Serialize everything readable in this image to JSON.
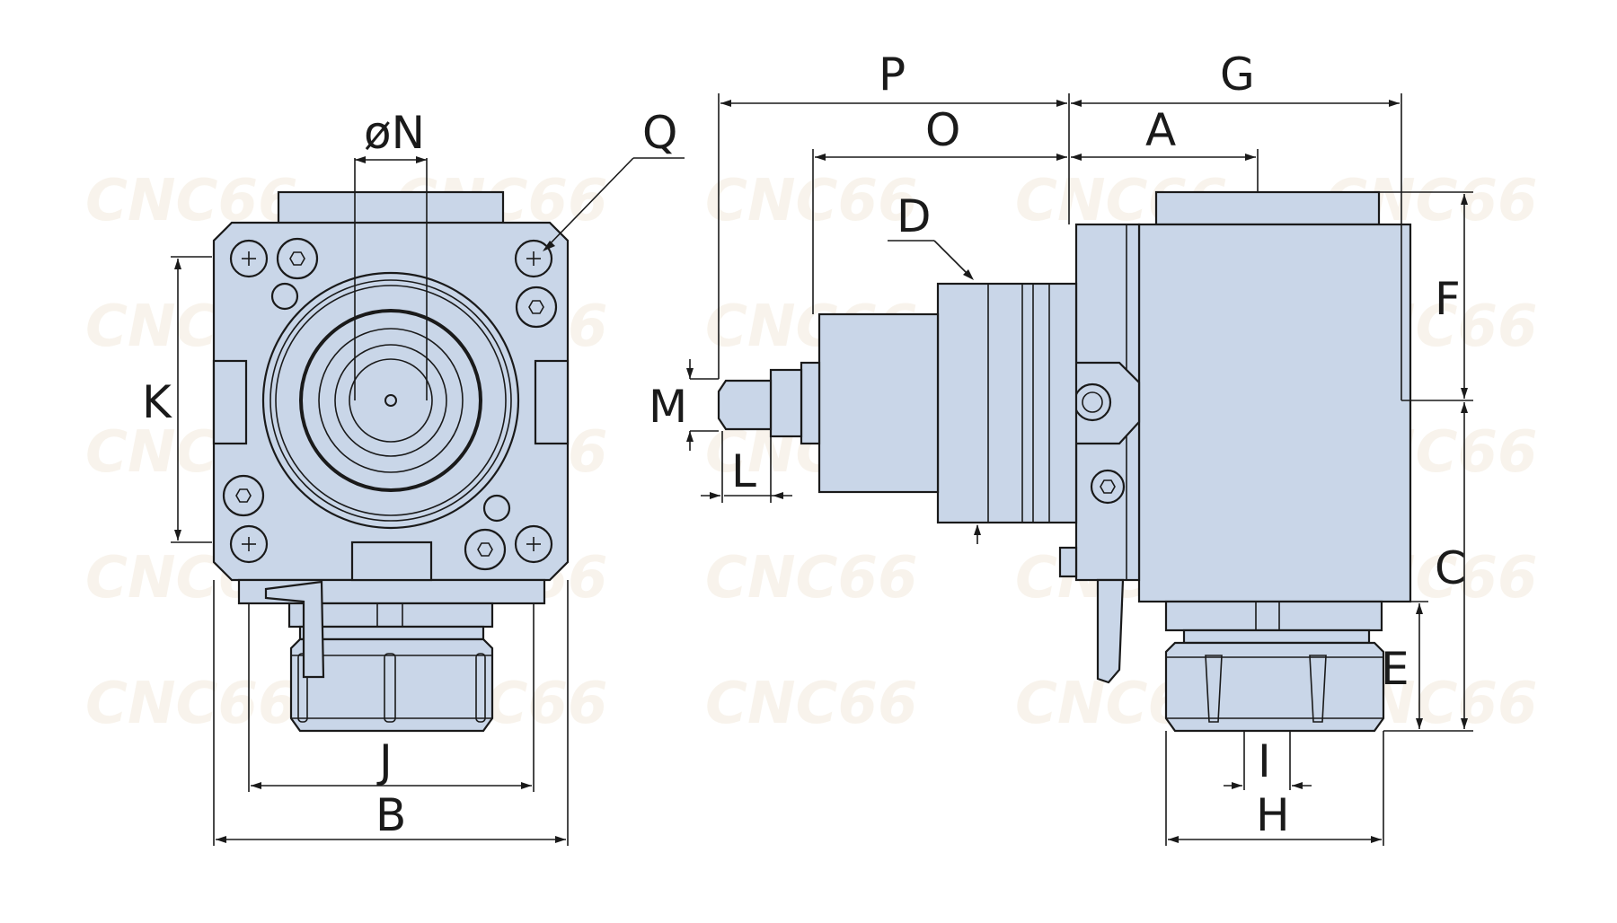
{
  "diagram": {
    "labels": {
      "P": "P",
      "G": "G",
      "O": "O",
      "A": "A",
      "D": "D",
      "N": "øN",
      "Q": "Q",
      "F": "F",
      "K": "K",
      "M": "M",
      "L": "L",
      "C": "C",
      "E": "E",
      "J": "J",
      "B": "B",
      "I": "I",
      "H": "H"
    },
    "watermark": "CNC66",
    "colors": {
      "body": "#c9d6e8",
      "stroke": "#1a1a1a",
      "watermark": "#f3ebdd"
    }
  }
}
